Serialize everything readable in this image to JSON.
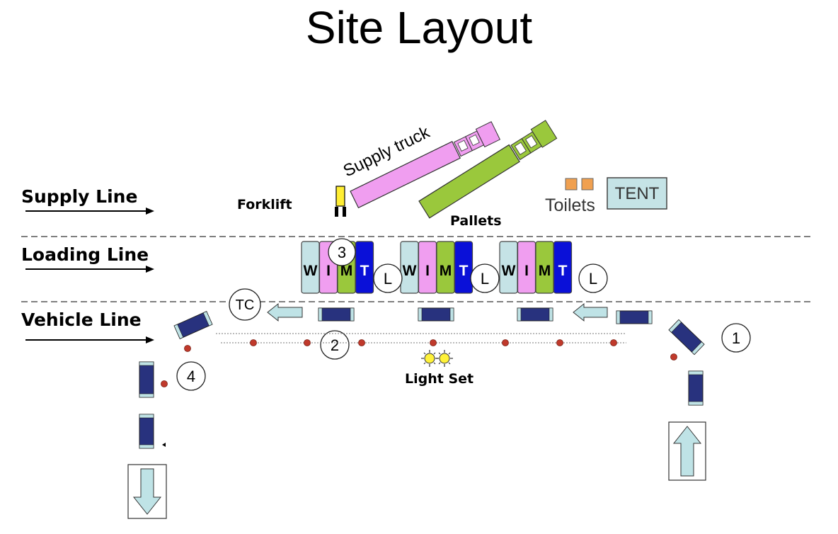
{
  "title": "Site Layout",
  "lanes": {
    "supply": "Supply Line",
    "loading": "Loading Line",
    "vehicle": "Vehicle Line"
  },
  "labels": {
    "supply_truck": "Supply truck",
    "forklift": "Forklift",
    "pallets": "Pallets",
    "toilets": "Toilets",
    "tent": "TENT",
    "light_set": "Light Set",
    "traffic_control": "TC",
    "loader": "L"
  },
  "stations": [
    {
      "blocks": [
        "W",
        "I",
        "M",
        "T"
      ]
    },
    {
      "blocks": [
        "W",
        "I",
        "M",
        "T"
      ]
    },
    {
      "blocks": [
        "W",
        "I",
        "M",
        "T"
      ]
    }
  ],
  "markers": [
    "1",
    "2",
    "3",
    "4"
  ],
  "colors": {
    "w_block": "#c5e3e6",
    "i_block": "#f09ef0",
    "m_block": "#9ac83c",
    "t_block": "#0a10d8",
    "vehicle": "#28327e",
    "vehicle_end": "#bfe3e6",
    "cone": "#c0392b",
    "arrow_fill": "#bfe3e6",
    "toilet": "#f0a050",
    "tent_fill": "#c5e3e6",
    "light": "#fff23a"
  }
}
